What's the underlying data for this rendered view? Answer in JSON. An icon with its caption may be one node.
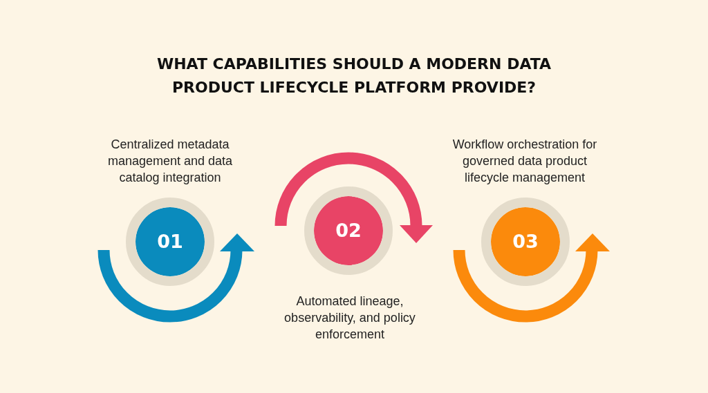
{
  "diagram": {
    "title": "WHAT CAPABILITIES SHOULD A MODERN DATA PRODUCT LIFECYCLE PLATFORM PROVIDE?",
    "nodes": [
      {
        "text": [
          "01"
        ],
        "beside": [
          "Centralized metadata management and data catalog integration"
        ]
      },
      {
        "text": [
          "02"
        ],
        "beside": [
          "Automated lineage, observability, and policy enforcement"
        ]
      },
      {
        "text": [
          "03"
        ],
        "beside": [
          "Workflow orchestration for governed data product lifecycle management"
        ]
      }
    ],
    "edges": []
  }
}
